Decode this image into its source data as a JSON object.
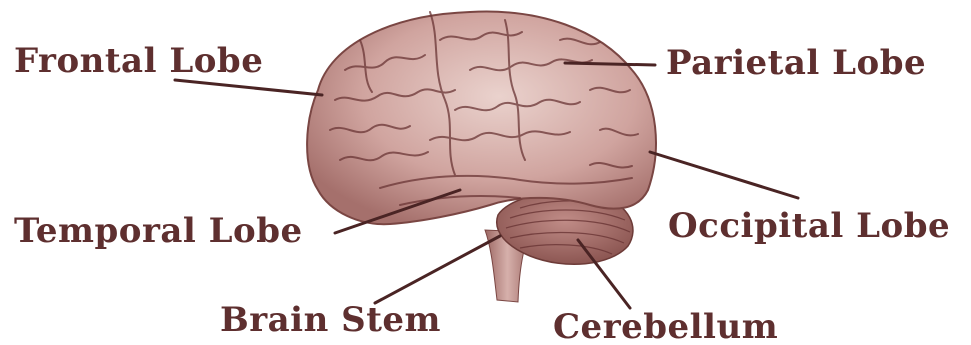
{
  "labels": {
    "frontal": "Frontal Lobe",
    "parietal": "Parietal Lobe",
    "temporal": "Temporal Lobe",
    "occipital": "Occipital Lobe",
    "brain_stem": "Brain Stem",
    "cerebellum": "Cerebellum"
  },
  "colors": {
    "label_text": "#5e2f2f",
    "leader_line": "#4a2424",
    "brain_fill": "#c99a96",
    "brain_light": "#e7cbc6",
    "brain_shadow": "#8a5552",
    "sulcus": "#6a3535",
    "cerebellum_fill": "#a9716d",
    "stem_fill": "#b88985",
    "background": "#ffffff"
  }
}
